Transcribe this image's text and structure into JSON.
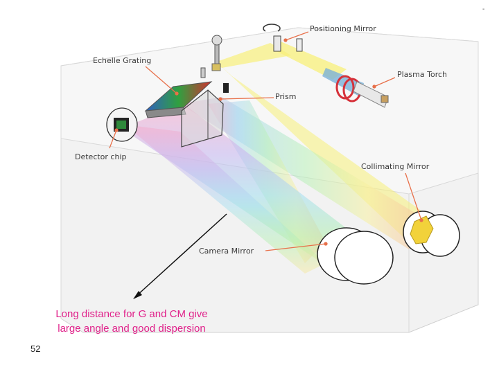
{
  "labels": {
    "positioning_mirror": "Positioning Mirror",
    "echelle_grating": "Echelle Grating",
    "plasma_torch": "Plasma Torch",
    "prism": "Prism",
    "detector_chip": "Detector chip",
    "collimating_mirror": "Collimating Mirror",
    "camera_mirror": "Camera Mirror"
  },
  "caption": {
    "line1": "Long distance for G and CM give",
    "line2": "large angle and good dispersion",
    "color": "#e0218a"
  },
  "page_number": "52",
  "corner_mark": "-",
  "colors": {
    "pointer": "#e8704a",
    "housing": "#efefef",
    "housing_edge": "#cfcfcf",
    "yellow_beam": "#f8f07a",
    "mirror_yellow": "#f2d23a",
    "torch_red": "#d6313a",
    "detector_green": "#2f8a3c",
    "arrow": "#111111"
  }
}
